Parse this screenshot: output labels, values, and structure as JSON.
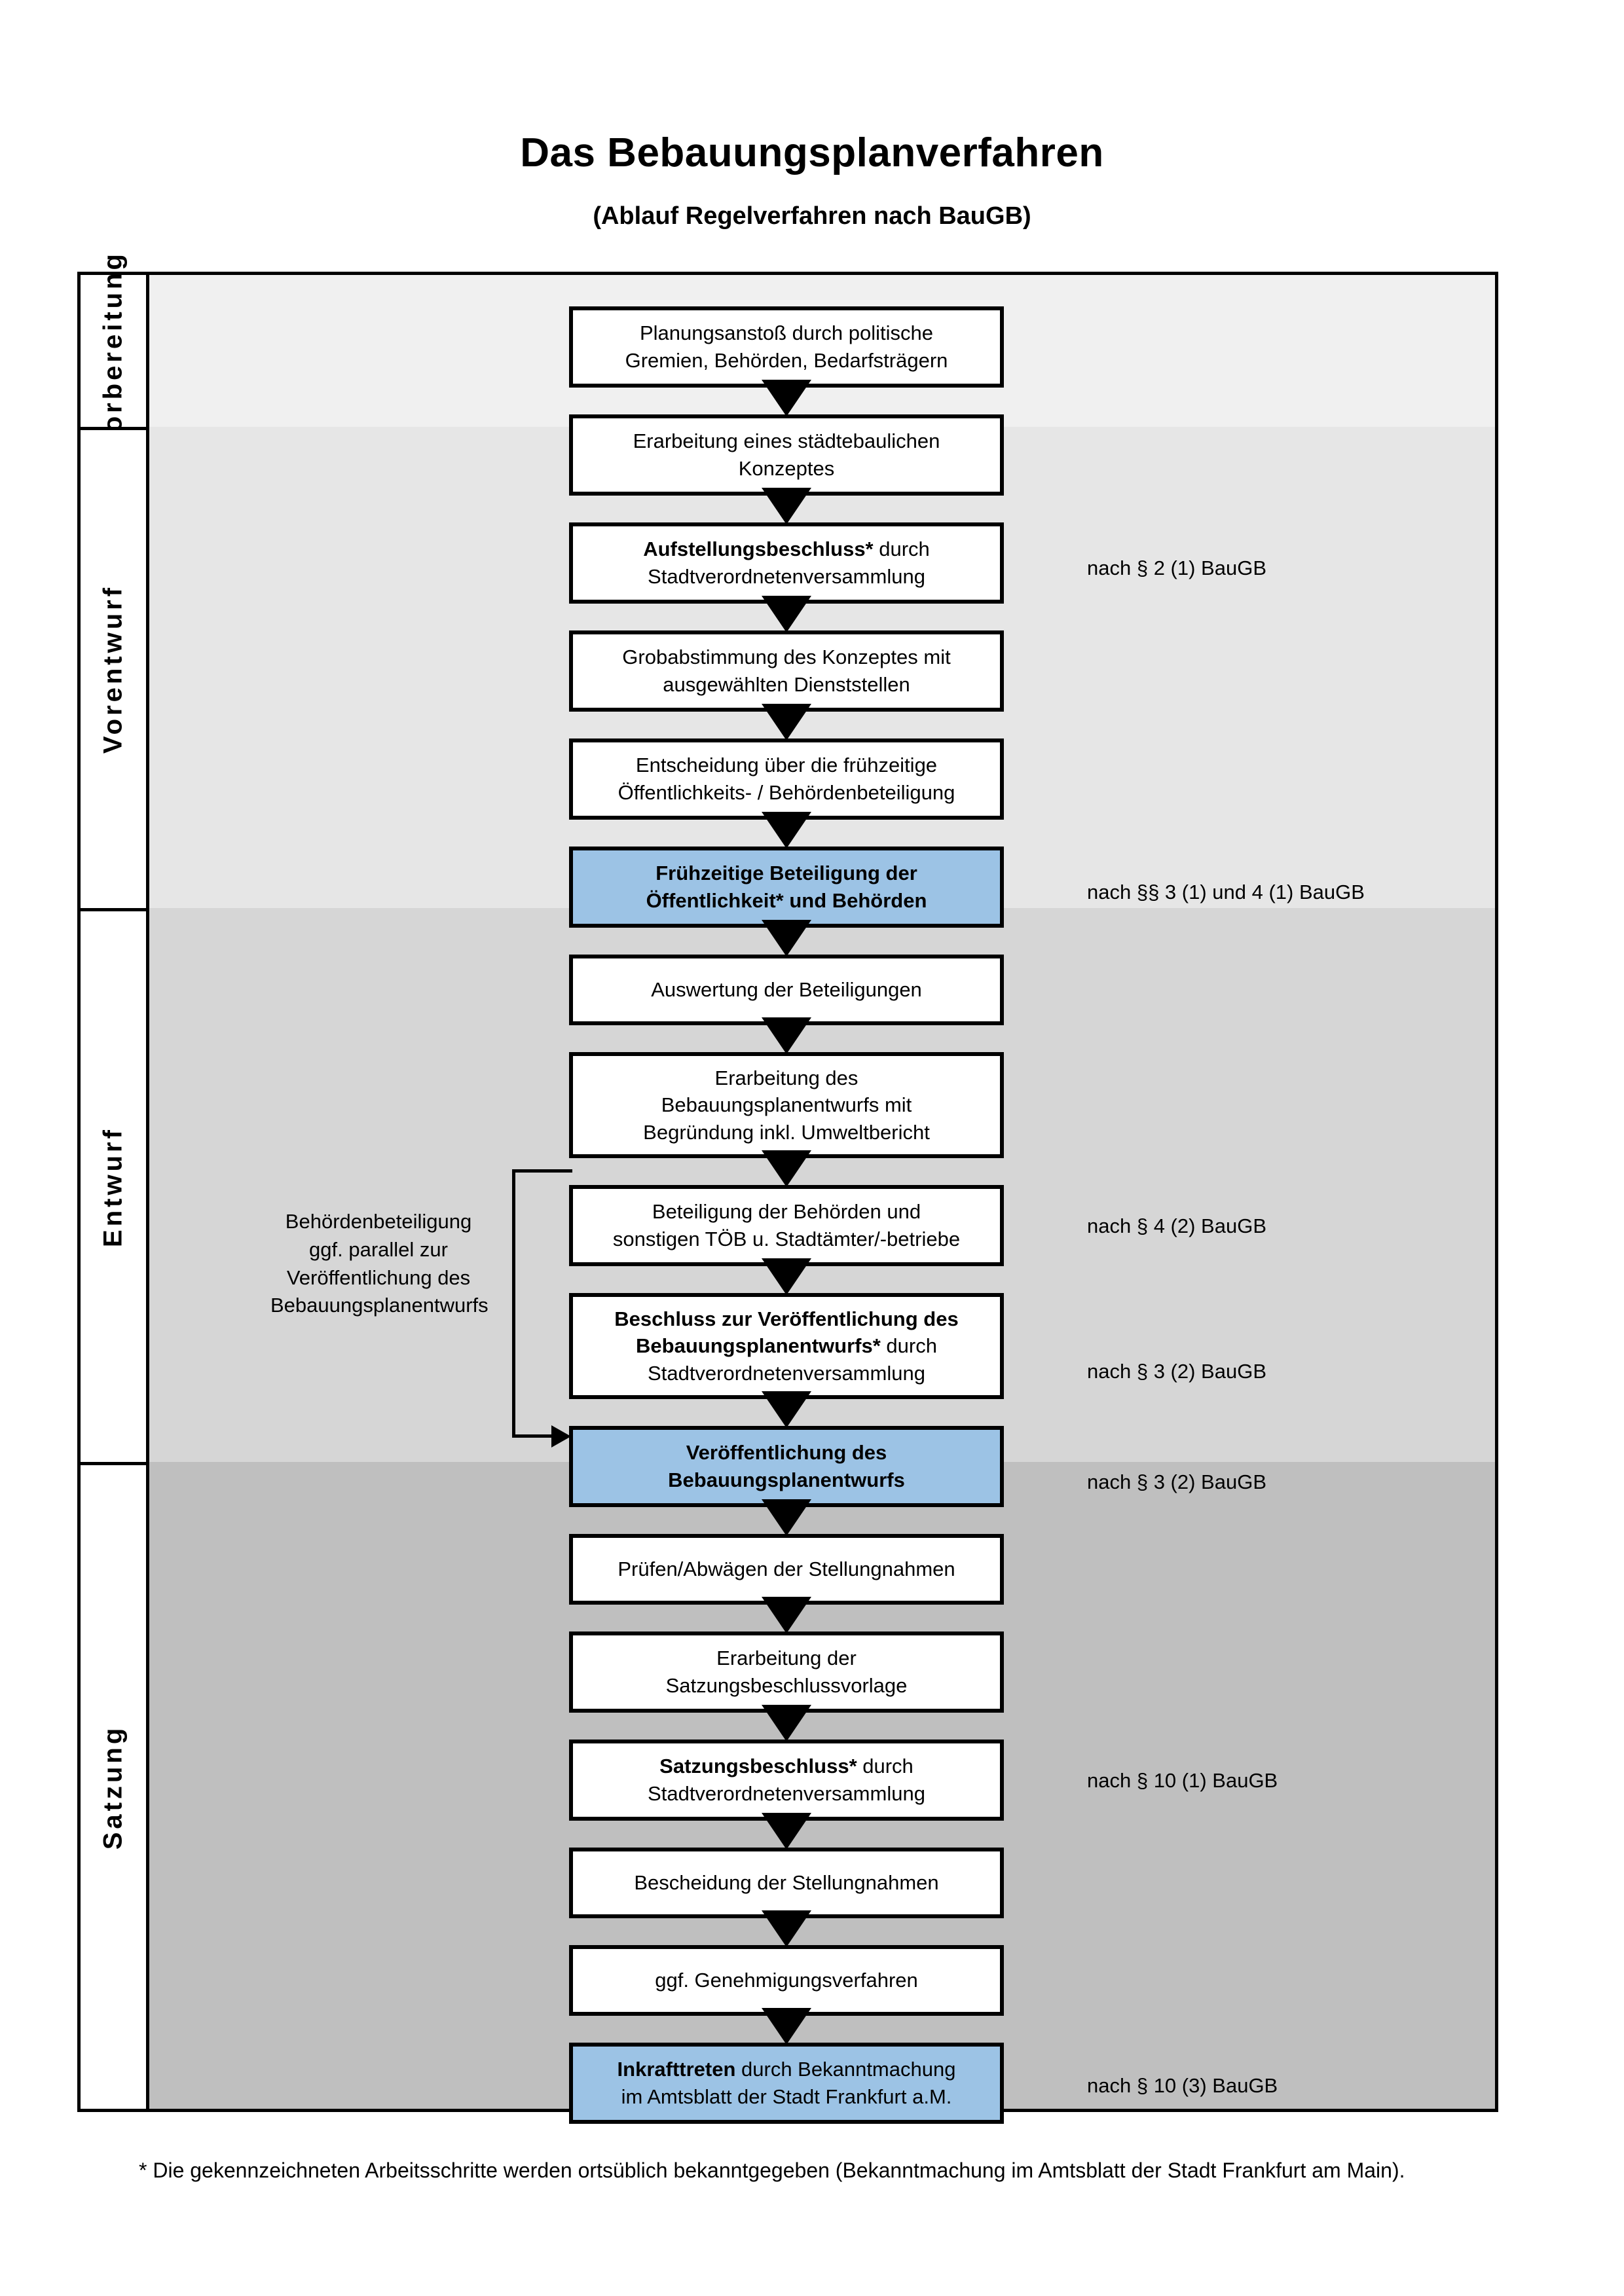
{
  "header": {
    "title": "Das Bebauungsplanverfahren",
    "subtitle": "(Ablauf Regelverfahren nach BauGB)"
  },
  "phases": [
    {
      "label": "Vorbereitung"
    },
    {
      "label": "Vorentwurf"
    },
    {
      "label": "Entwurf"
    },
    {
      "label": "Satzung"
    }
  ],
  "steps": [
    {
      "id": "planungsanstoss",
      "line1": "Planungsanstoß durch politische",
      "line2": "Gremien, Behörden, Bedarfsträgern",
      "highlight": false
    },
    {
      "id": "staedtebauliches-konzept",
      "line1": "Erarbeitung eines städtebaulichen",
      "line2": "Konzeptes",
      "highlight": false
    },
    {
      "id": "aufstellungsbeschluss",
      "line1bold": "Aufstellungsbeschluss*",
      "line1rest": " durch",
      "line2": "Stadtverordnetenversammlung",
      "highlight": false
    },
    {
      "id": "grobabstimmung",
      "line1": "Grobabstimmung des Konzeptes mit",
      "line2": "ausgewählten Dienststellen",
      "highlight": false
    },
    {
      "id": "entscheidung-fruehzeitige-beteiligung",
      "line1": "Entscheidung über die frühzeitige",
      "line2": "Öffentlichkeits- / Behördenbeteiligung",
      "highlight": false
    },
    {
      "id": "fruehzeitige-beteiligung",
      "line1bold": "Frühzeitige Beteiligung der",
      "line2bold": "Öffentlichkeit* und Behörden",
      "highlight": true
    },
    {
      "id": "auswertung-beteiligungen",
      "line1": "Auswertung der Beteiligungen",
      "highlight": false
    },
    {
      "id": "erarbeitung-bplan-entwurf",
      "line1": "Erarbeitung des",
      "line2": "Bebauungsplanentwurfs mit",
      "line3": "Begründung inkl. Umweltbericht",
      "highlight": false
    },
    {
      "id": "beteiligung-behoerden-toeb",
      "line1": "Beteiligung der Behörden und",
      "line2": "sonstigen TÖB u. Stadtämter/-betriebe",
      "highlight": false
    },
    {
      "id": "beschluss-veroeffentlichung",
      "line1bold": "Beschluss zur Veröffentlichung des",
      "line2bold": "Bebauungsplanentwurfs*",
      "line2rest": " durch",
      "line3": "Stadtverordnetenversammlung",
      "highlight": false
    },
    {
      "id": "veroeffentlichung-bplan-entwurf",
      "line1bold": "Veröffentlichung des",
      "line2bold": "Bebauungsplanentwurfs",
      "highlight": true
    },
    {
      "id": "pruefen-abwaegen",
      "line1": "Prüfen/Abwägen der Stellungnahmen",
      "highlight": false
    },
    {
      "id": "erarbeitung-satzungsbeschlussvorlage",
      "line1": "Erarbeitung der",
      "line2": "Satzungsbeschlussvorlage",
      "highlight": false
    },
    {
      "id": "satzungsbeschluss",
      "line1bold": "Satzungsbeschluss*",
      "line1rest": " durch",
      "line2": "Stadtverordnetenversammlung",
      "highlight": false
    },
    {
      "id": "bescheidung-stellungnahmen",
      "line1": "Bescheidung der Stellungnahmen",
      "highlight": false
    },
    {
      "id": "ggf-genehmigungsverfahren",
      "line1": "ggf. Genehmigungsverfahren",
      "highlight": false
    },
    {
      "id": "inkrafttreten",
      "line1bold": "Inkrafttreten",
      "line1rest": " durch Bekanntmachung",
      "line2": "im Amtsblatt der Stadt Frankfurt a.M.",
      "highlight": true
    }
  ],
  "legal_notes": [
    {
      "id": "note-par2-1",
      "text": "nach § 2 (1) BauGB"
    },
    {
      "id": "note-par3-1-4-1",
      "text": "nach §§ 3 (1) und 4 (1) BauGB"
    },
    {
      "id": "note-par4-2",
      "text": "nach § 4 (2) BauGB"
    },
    {
      "id": "note-par3-2-a",
      "text": "nach § 3 (2) BauGB"
    },
    {
      "id": "note-par3-2-b",
      "text": "nach § 3 (2) BauGB"
    },
    {
      "id": "note-par10-1",
      "text": "nach § 10 (1) BauGB"
    },
    {
      "id": "note-par10-3",
      "text": "nach § 10 (3) BauGB"
    }
  ],
  "side_note": {
    "line1": "Behördenbeteiligung",
    "line2": "ggf. parallel zur",
    "line3": "Veröffentlichung des",
    "line4": "Bebauungsplanentwurfs"
  },
  "footnote": {
    "text": "* Die gekennzeichneten Arbeitsschritte werden ortsüblich bekanntgegeben (Bekanntmachung im Amtsblatt  der Stadt Frankfurt am Main)."
  },
  "colors": {
    "highlight_fill": "#9CC3E5",
    "band_1": "#F0F0F0",
    "band_2": "#E6E6E6",
    "band_3": "#D6D6D6",
    "band_4": "#BFBFBF",
    "stroke": "#000000"
  }
}
